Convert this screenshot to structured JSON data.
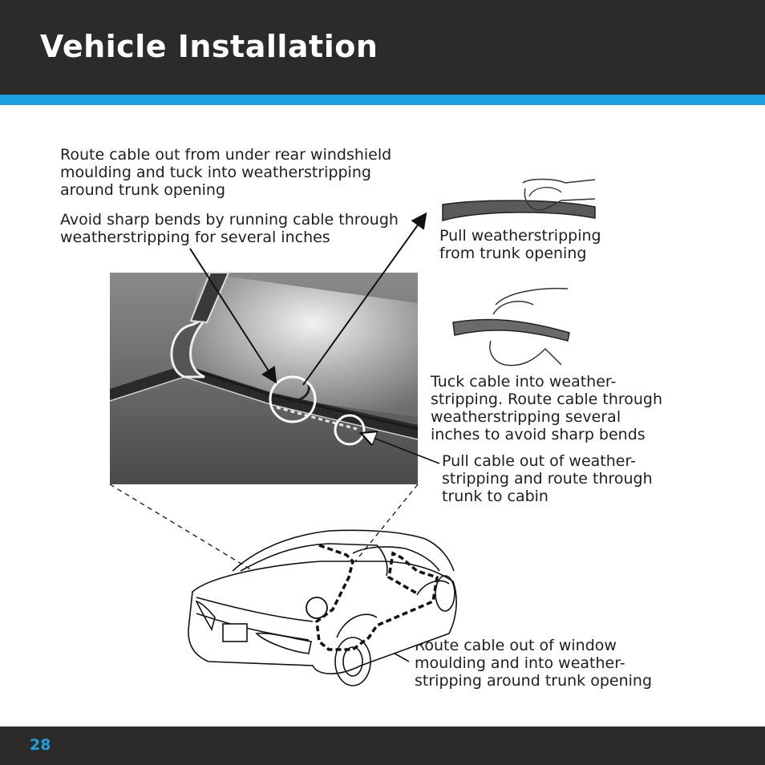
{
  "header": {
    "title": "Vehicle Installation"
  },
  "captions": {
    "route_rear_windshield": [
      "Route cable out from under rear windshield",
      "moulding and tuck into weatherstripping",
      "around trunk opening"
    ],
    "avoid_sharp_bends": [
      "Avoid sharp bends by running cable through",
      "weatherstripping for several inches"
    ],
    "pull_weatherstripping": [
      "Pull weatherstripping",
      "from trunk opening"
    ],
    "tuck_cable": [
      "Tuck cable into weather-",
      "stripping. Route cable through",
      "weatherstripping several",
      "inches to avoid sharp bends"
    ],
    "pull_cable_out": [
      "Pull cable out of weather-",
      "stripping and route through",
      "trunk to cabin"
    ],
    "route_window_moulding": [
      "Route cable out of window",
      "moulding and into weather-",
      "stripping around trunk opening"
    ]
  },
  "footer": {
    "page_number": "28"
  },
  "colors": {
    "header_bg": "#2d2a2a",
    "accent": "#1a9fe0",
    "text": "#1e1e1e"
  }
}
